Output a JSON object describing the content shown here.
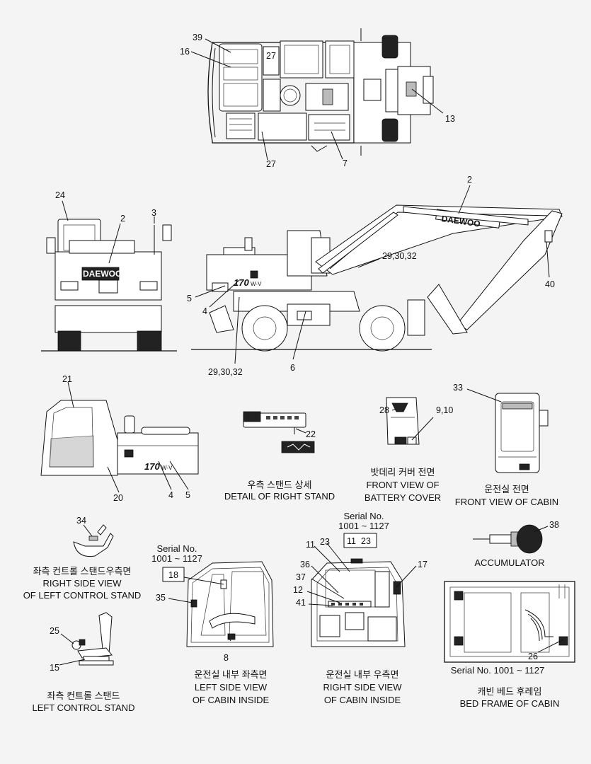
{
  "callouts": {
    "top_39": "39",
    "top_16": "16",
    "top_27a": "27",
    "top_27b": "27",
    "top_7": "7",
    "top_13": "13",
    "front_24": "24",
    "front_2": "2",
    "front_3": "3",
    "side_2": "2",
    "side_293032a": "29,30,32",
    "side_40": "40",
    "side_5": "5",
    "side_4": "4",
    "side_6": "6",
    "side_293032b": "29,30,32",
    "left_21": "21",
    "left_20": "20",
    "left_4": "4",
    "left_5": "5",
    "stand_22": "22",
    "bat_28": "28",
    "bat_910": "9,10",
    "cab_33": "33",
    "ctrl_34": "34",
    "acc_38": "38",
    "cl_18": "18",
    "cl_35": "35",
    "cl_8": "8",
    "cr_11a": "11",
    "cr_23a": "23",
    "cr_11b": "11",
    "cr_23b": "23",
    "cr_36": "36",
    "cr_37": "37",
    "cr_12": "12",
    "cr_41": "41",
    "cr_17": "17",
    "bed_26": "26",
    "lcs_25": "25",
    "lcs_15": "15"
  },
  "captions": {
    "right_stand_ko": "우측 스탠드 상세",
    "right_stand_en": "DETAIL OF RIGHT STAND",
    "battery_ko": "밧데리 커버 전면",
    "battery_en1": "FRONT VIEW OF",
    "battery_en2": "BATTERY COVER",
    "cabin_front_ko": "운전실 전면",
    "cabin_front_en": "FRONT VIEW OF CABIN",
    "ctrl_side_ko": "좌측 컨트롤 스탠드우측면",
    "ctrl_side_en1": "RIGHT SIDE VIEW",
    "ctrl_side_en2": "OF LEFT CONTROL STAND",
    "accumulator": "ACCUMULATOR",
    "serial_l1": "Serial No.",
    "serial_l2": "1001 ~ 1127",
    "serial_r1": "Serial No.",
    "serial_r2": "1001 ~ 1127",
    "serial_bed": "Serial No.  1001 ~ 1127",
    "cabin_left_ko": "운전실 내부 좌측면",
    "cabin_left_en1": "LEFT SIDE VIEW",
    "cabin_left_en2": "OF CABIN INSIDE",
    "cabin_right_ko": "운전실 내부 우측면",
    "cabin_right_en1": "RIGHT SIDE VIEW",
    "cabin_right_en2": "OF CABIN INSIDE",
    "bed_ko": "캐빈 베드 후레임",
    "bed_en": "BED FRAME OF CABIN",
    "lcs_ko": "좌측 컨트롤 스탠드",
    "lcs_en": "LEFT CONTROL STAND"
  },
  "decal_text": {
    "brand": "DAEWOO",
    "model": "170",
    "model_suffix": "W-V"
  }
}
